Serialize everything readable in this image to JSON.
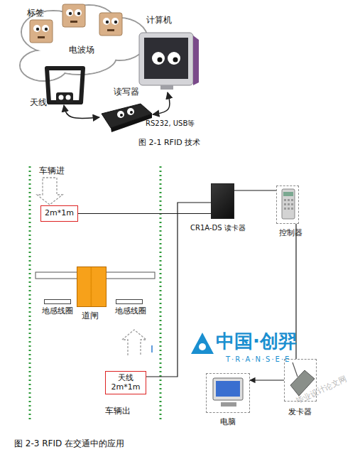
{
  "diagram": {
    "caption": "图 2-3 RFID 在交通中的应用",
    "nodes": [
      {
        "text": [
          "标签"
        ]
      },
      {
        "text": [
          "电波场"
        ]
      },
      {
        "text": [
          "天线"
        ]
      },
      {
        "text": [
          "读写器"
        ]
      },
      {
        "text": [
          "计算机"
        ]
      },
      {
        "text": [
          "2m*1m"
        ]
      },
      {
        "text": [
          "道闸"
        ]
      },
      {
        "text": [
          "地感线圈"
        ]
      },
      {
        "text": [
          "地感线圈"
        ]
      },
      {
        "text": [
          "天线",
          "2m*1m"
        ]
      },
      {
        "text": [
          "CR1A-DS 读卡器"
        ]
      },
      {
        "text": [
          "控制器"
        ]
      },
      {
        "text": [
          "电脑"
        ]
      },
      {
        "text": [
          "发卡器"
        ]
      }
    ],
    "edges": [
      {
        "from": 2,
        "to": 3,
        "arrow": "both"
      },
      {
        "from": 3,
        "to": 4,
        "label": "RS232, USB等",
        "arrow": "both"
      },
      {
        "from": 5,
        "to": 10,
        "arrow": "none"
      },
      {
        "from": 9,
        "to": 10,
        "arrow": "none"
      },
      {
        "from": 10,
        "to": 11,
        "arrow": "none"
      },
      {
        "from": 11,
        "to": 13,
        "arrow": "none"
      },
      {
        "from": 13,
        "to": 12,
        "arrow": "to"
      }
    ],
    "labels": [
      "图 2-1 RFID 技术",
      "车辆进",
      "车辆出",
      "中国·创羿",
      "T·R·A·N·S·E·E",
      "毕业设计论文网"
    ]
  }
}
